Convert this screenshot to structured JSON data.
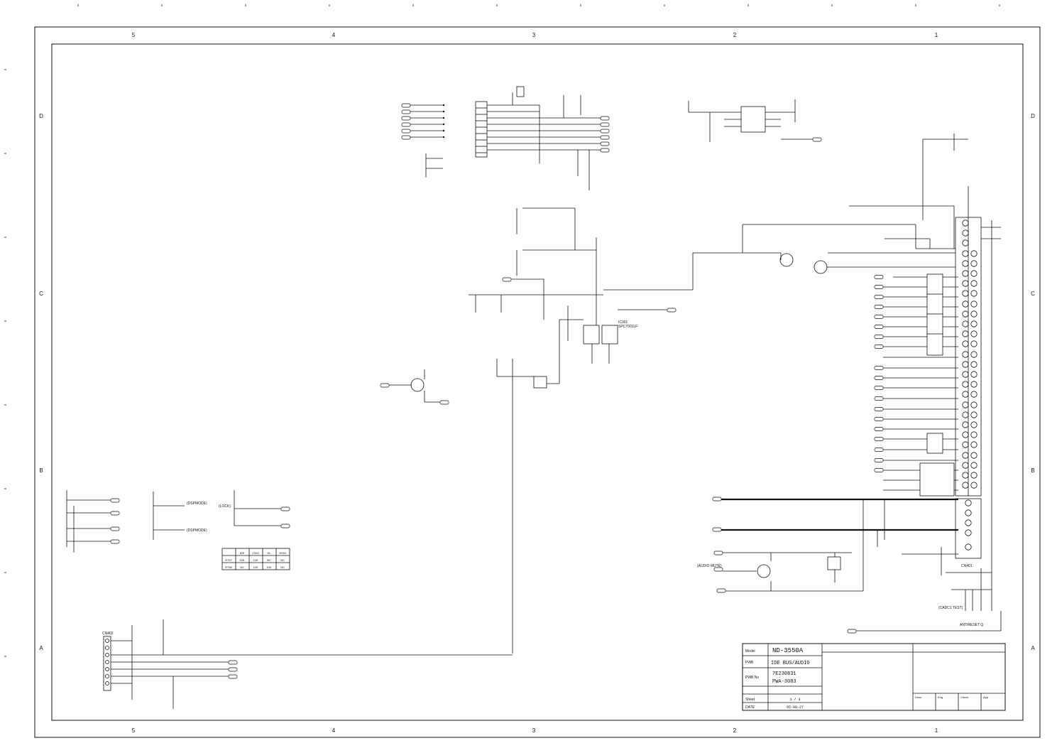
{
  "sheet": {
    "zones_columns": [
      "5",
      "4",
      "3",
      "2",
      "1"
    ],
    "zones_rows": [
      "D",
      "C",
      "B",
      "A"
    ]
  },
  "title_block": {
    "model_label": "Model",
    "model_value": "ND-3550A",
    "pwb_label": "PWB",
    "pwb_value": "IDE BUS/AUDIO",
    "pwb_no_label": "PWB No",
    "pwb_no_value1": "7E230831",
    "pwb_no_value2": "PWA-3083",
    "sheet_label": "Sheet",
    "sheet_value": "1 / 3",
    "date_label": "DATE",
    "date_value": "05-08-27",
    "sign_labels": [
      "Drwn",
      "Eng",
      "Check",
      "App"
    ]
  },
  "config_table": {
    "header": [
      "",
      "IDE",
      "JTAG",
      "DL",
      "ROM"
    ],
    "rows": [
      [
        "R757",
        "10K",
        "10K",
        "NC",
        "NC"
      ],
      [
        "R758",
        "NC",
        "10K",
        "10K",
        "NC"
      ]
    ]
  },
  "labels": {
    "audio_mute": "(AUDIO MUTE)",
    "cn401": "CN401",
    "cn402": "CN402",
    "ic301": "IC301",
    "ic301_part": "SPC7001LF",
    "r_lock": "(LOCK)",
    "dspmode1": "(DSPMODE)",
    "dspmode2": "(DSPMODE)",
    "test_label": "(CADC1 TEST)",
    "bottom_note": "ANTIRESET Q"
  }
}
